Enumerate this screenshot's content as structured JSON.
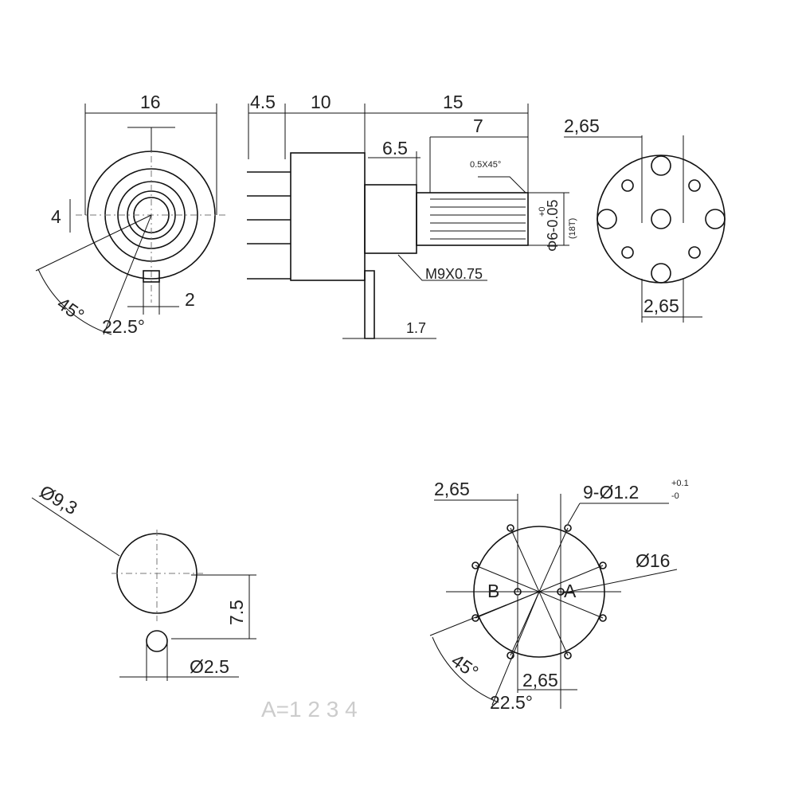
{
  "front_view": {
    "width": "16",
    "flat": "4",
    "tab": "2",
    "angle1": "45°",
    "angle2": "22.5°"
  },
  "side_view": {
    "d1": "4.5",
    "d2": "10",
    "d3": "15",
    "d4": "6.5",
    "d5": "7",
    "chamfer": "0.5X45°",
    "thread": "M9X0.75",
    "d6": "1.7",
    "shaft_dia": "Φ6-0.05",
    "shaft_tol": "+0",
    "teeth": "(18T)"
  },
  "rear_view": {
    "top": "2,65",
    "bottom": "2,65"
  },
  "panel_cutout": {
    "hole_dia": "Ø9,3",
    "offset": "7.5",
    "pin_dia": "Ø2.5"
  },
  "pcb_layout": {
    "spacing_top": "2,65",
    "holes": "9-Ø1.2",
    "tol_plus": "+0.1",
    "tol_minus": "-0",
    "circle_dia": "Ø16",
    "label_b": "B",
    "label_a": "A",
    "angle1": "45°",
    "spacing_bottom": "2,65",
    "angle2": "22.5°"
  },
  "footer": {
    "positions": "A=1 2 3 4"
  }
}
